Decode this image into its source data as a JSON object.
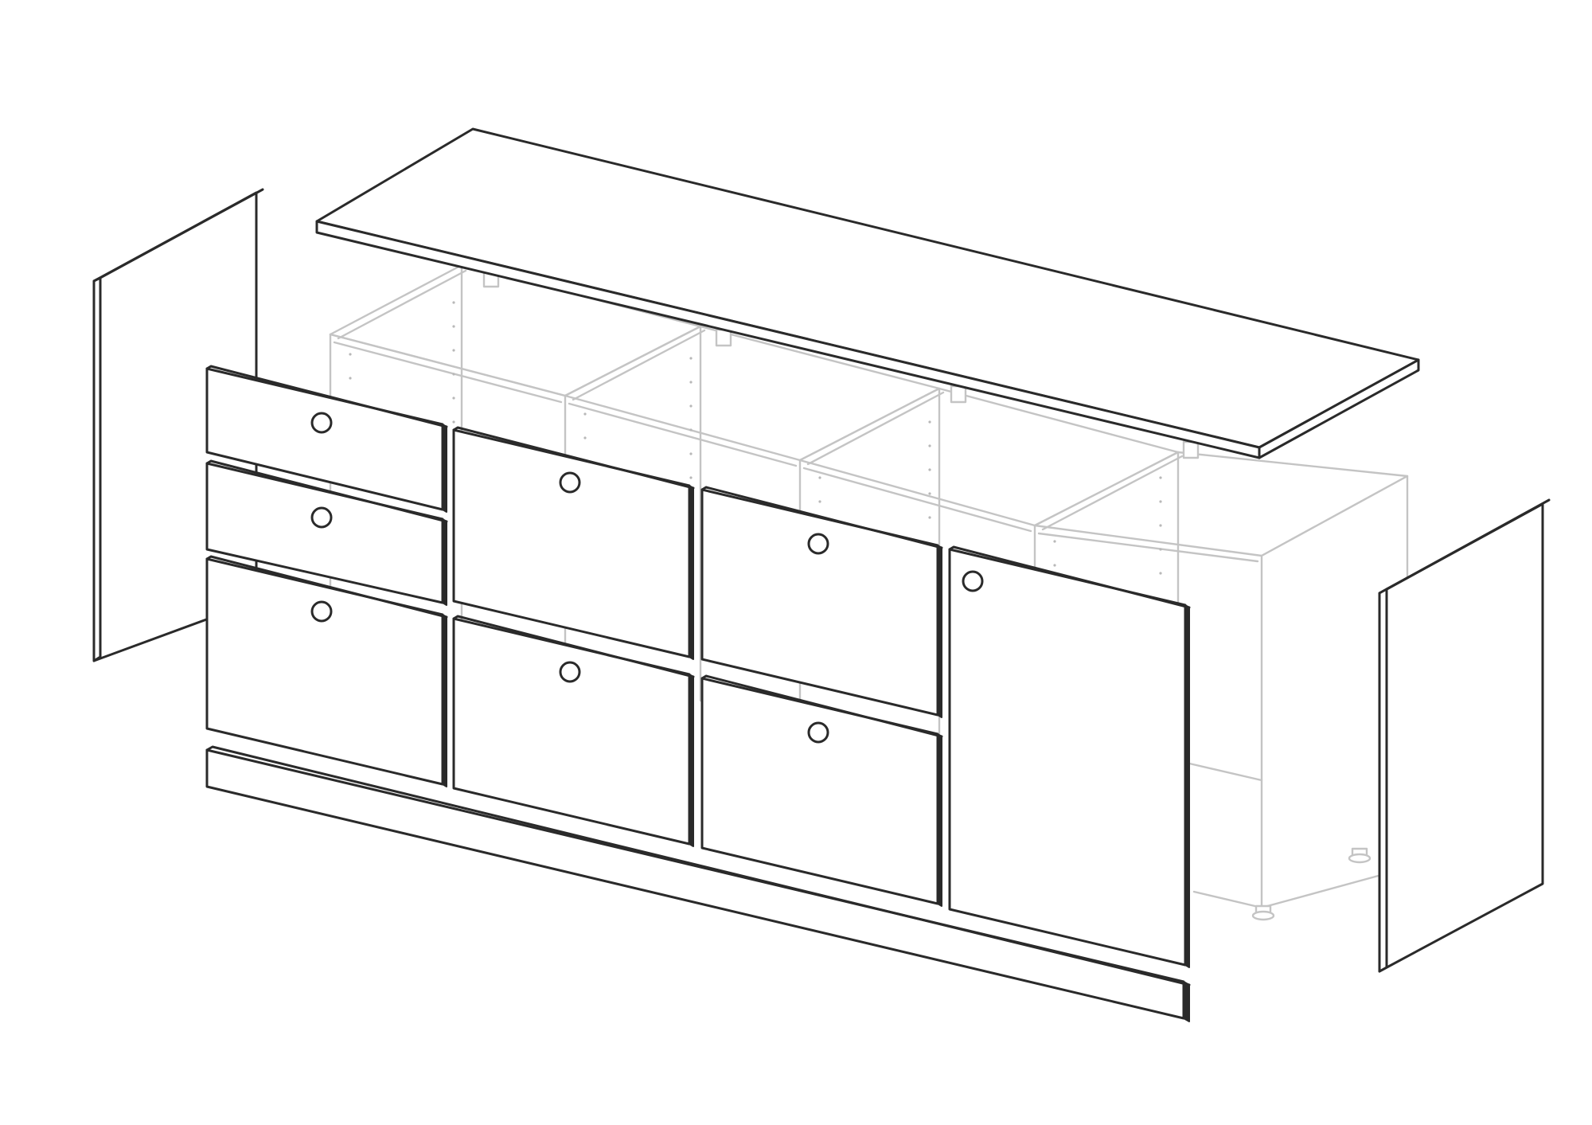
{
  "diagram": {
    "kind": "exploded isometric line drawing",
    "components": [
      "worktop",
      "left-side-panel",
      "right-side-panel",
      "carcass-frames",
      "drawer-fronts",
      "door-front",
      "plinth"
    ],
    "drawer_front_count": 7,
    "door_front_count": 1,
    "carcass_module_count": 4,
    "knob_count": 8
  },
  "colors": {
    "ink": "#2a2a2a",
    "panel": "#ffffff",
    "carcass": "#c4c4c4",
    "carcass_dot": "#b8b8b8"
  }
}
